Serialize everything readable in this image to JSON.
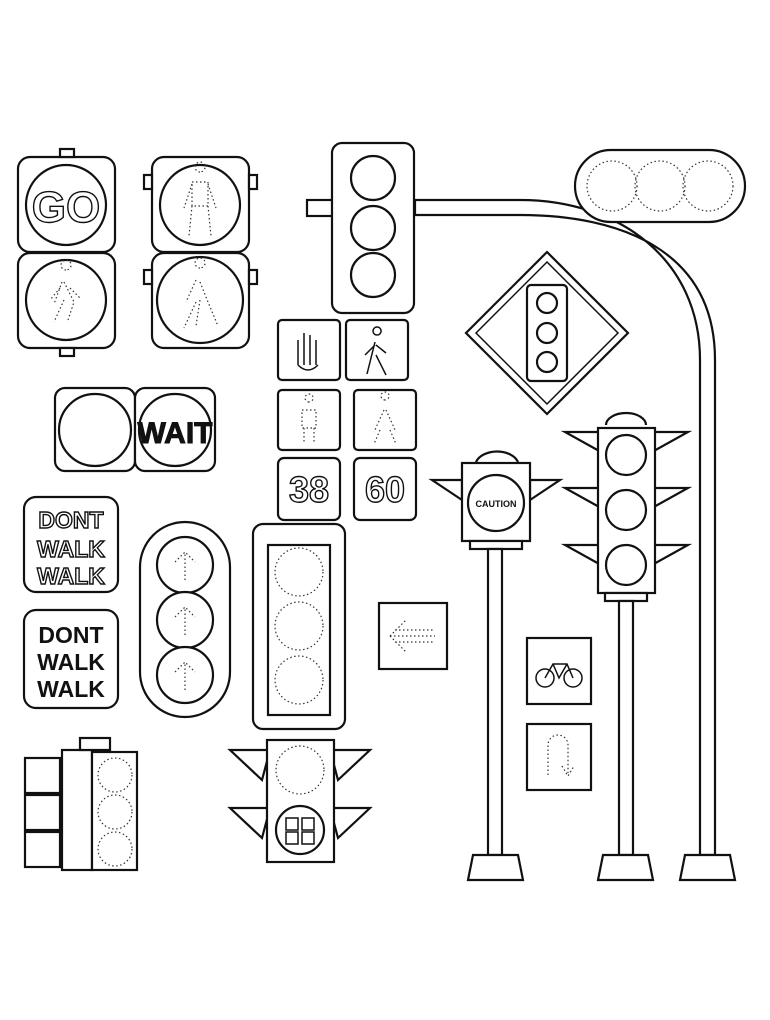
{
  "labels": {
    "go": "GO",
    "wait": "WAIT",
    "dont_walk_outline": [
      "DONT",
      "WALK",
      "WALK"
    ],
    "dont_walk_bold": [
      "DONT",
      "WALK",
      "WALK"
    ],
    "countdown_left": "38",
    "countdown_right": "60",
    "caution": "CAUTION"
  },
  "colors": {
    "line": "#111111",
    "background": "#ffffff"
  }
}
